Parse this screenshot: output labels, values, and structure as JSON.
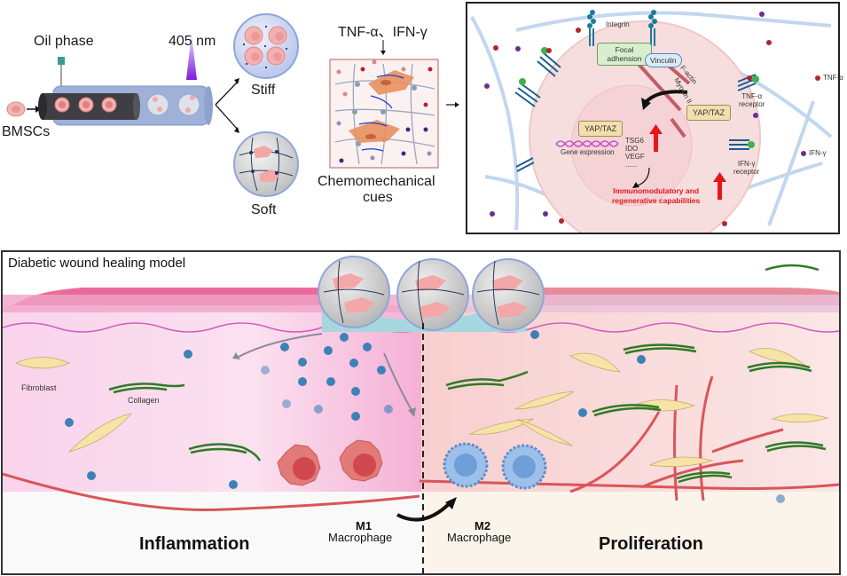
{
  "top_panel": {
    "fabrication": {
      "cells_label": "BMSCs",
      "oil_label": "Oil phase",
      "light_label": "405 nm",
      "stiff_label": "Stiff",
      "soft_label": "Soft"
    },
    "cues": {
      "stimuli_label": "TNF-α、IFN-γ",
      "caption_line1": "Chemomechanical",
      "caption_line2": "cues"
    },
    "cell_mechanism": {
      "integrin_label": "Integrin",
      "focal_adhesion_label": "Focal adhension",
      "vinculin_label": "Vinculin",
      "factin_label": "F-actin",
      "myosin_label": "Myosin II",
      "yap_cyto_label": "YAP/TAZ",
      "yap_nuc_label": "YAP/TAZ",
      "gene_expression_label": "Gene expression",
      "genes": [
        "TSG6",
        "IDO",
        "VEGF",
        "......"
      ],
      "outcome_line1": "Immunomodulatory and",
      "outcome_line2": "regenerative capabilities",
      "tnf_legend": "TNF-α",
      "ifn_legend": "IFN-γ",
      "tnf_receptor_line1": "TNF-α",
      "tnf_receptor_line2": "receptor",
      "ifn_receptor_line1": "IFN-γ",
      "ifn_receptor_line2": "receptor"
    }
  },
  "bottom_panel": {
    "title": "Diabetic wound healing model",
    "fibroblast_label": "Fibroblast",
    "collagen_label": "Collagen",
    "m1_label": "M1",
    "m1_sub": "Macrophage",
    "m2_label": "M2",
    "m2_sub": "Macrophage",
    "phase_left": "Inflammation",
    "phase_right": "Proliferation"
  },
  "colors": {
    "tnf": "#b0262d",
    "ifn": "#6b2f8f",
    "up_arrow": "#e8151b",
    "m1": "#e27a78",
    "m2": "#8cb4e4",
    "collagen": "#2e7a25",
    "vessel": "#d9555a",
    "fibroblast": "#f6e3a8"
  }
}
